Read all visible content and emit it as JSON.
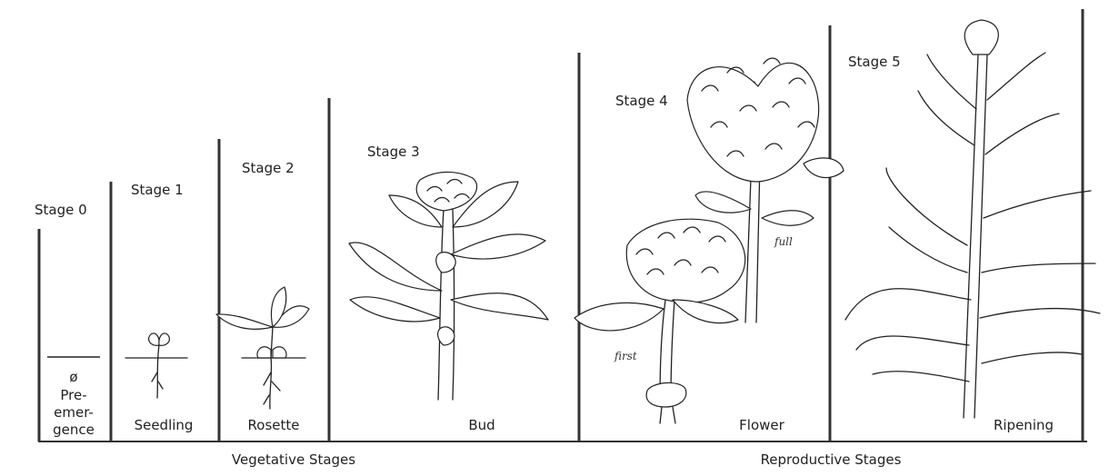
{
  "stages": [
    {
      "title": "Stage 0",
      "name_lines": [
        "ø",
        "Pre-",
        "emer-",
        "gence"
      ]
    },
    {
      "title": "Stage 1",
      "name_lines": [
        "Seedling"
      ]
    },
    {
      "title": "Stage 2",
      "name_lines": [
        "Rosette"
      ]
    },
    {
      "title": "Stage 3",
      "name_lines": [
        "Bud"
      ]
    },
    {
      "title": "Stage 4",
      "name_lines": [
        "Flower"
      ]
    },
    {
      "title": "Stage 5",
      "name_lines": [
        "Ripening"
      ]
    }
  ],
  "groups": {
    "vegetative": "Vegetative Stages",
    "reproductive": "Reproductive Stages"
  },
  "annotations": {
    "first": "first",
    "full": "full"
  }
}
